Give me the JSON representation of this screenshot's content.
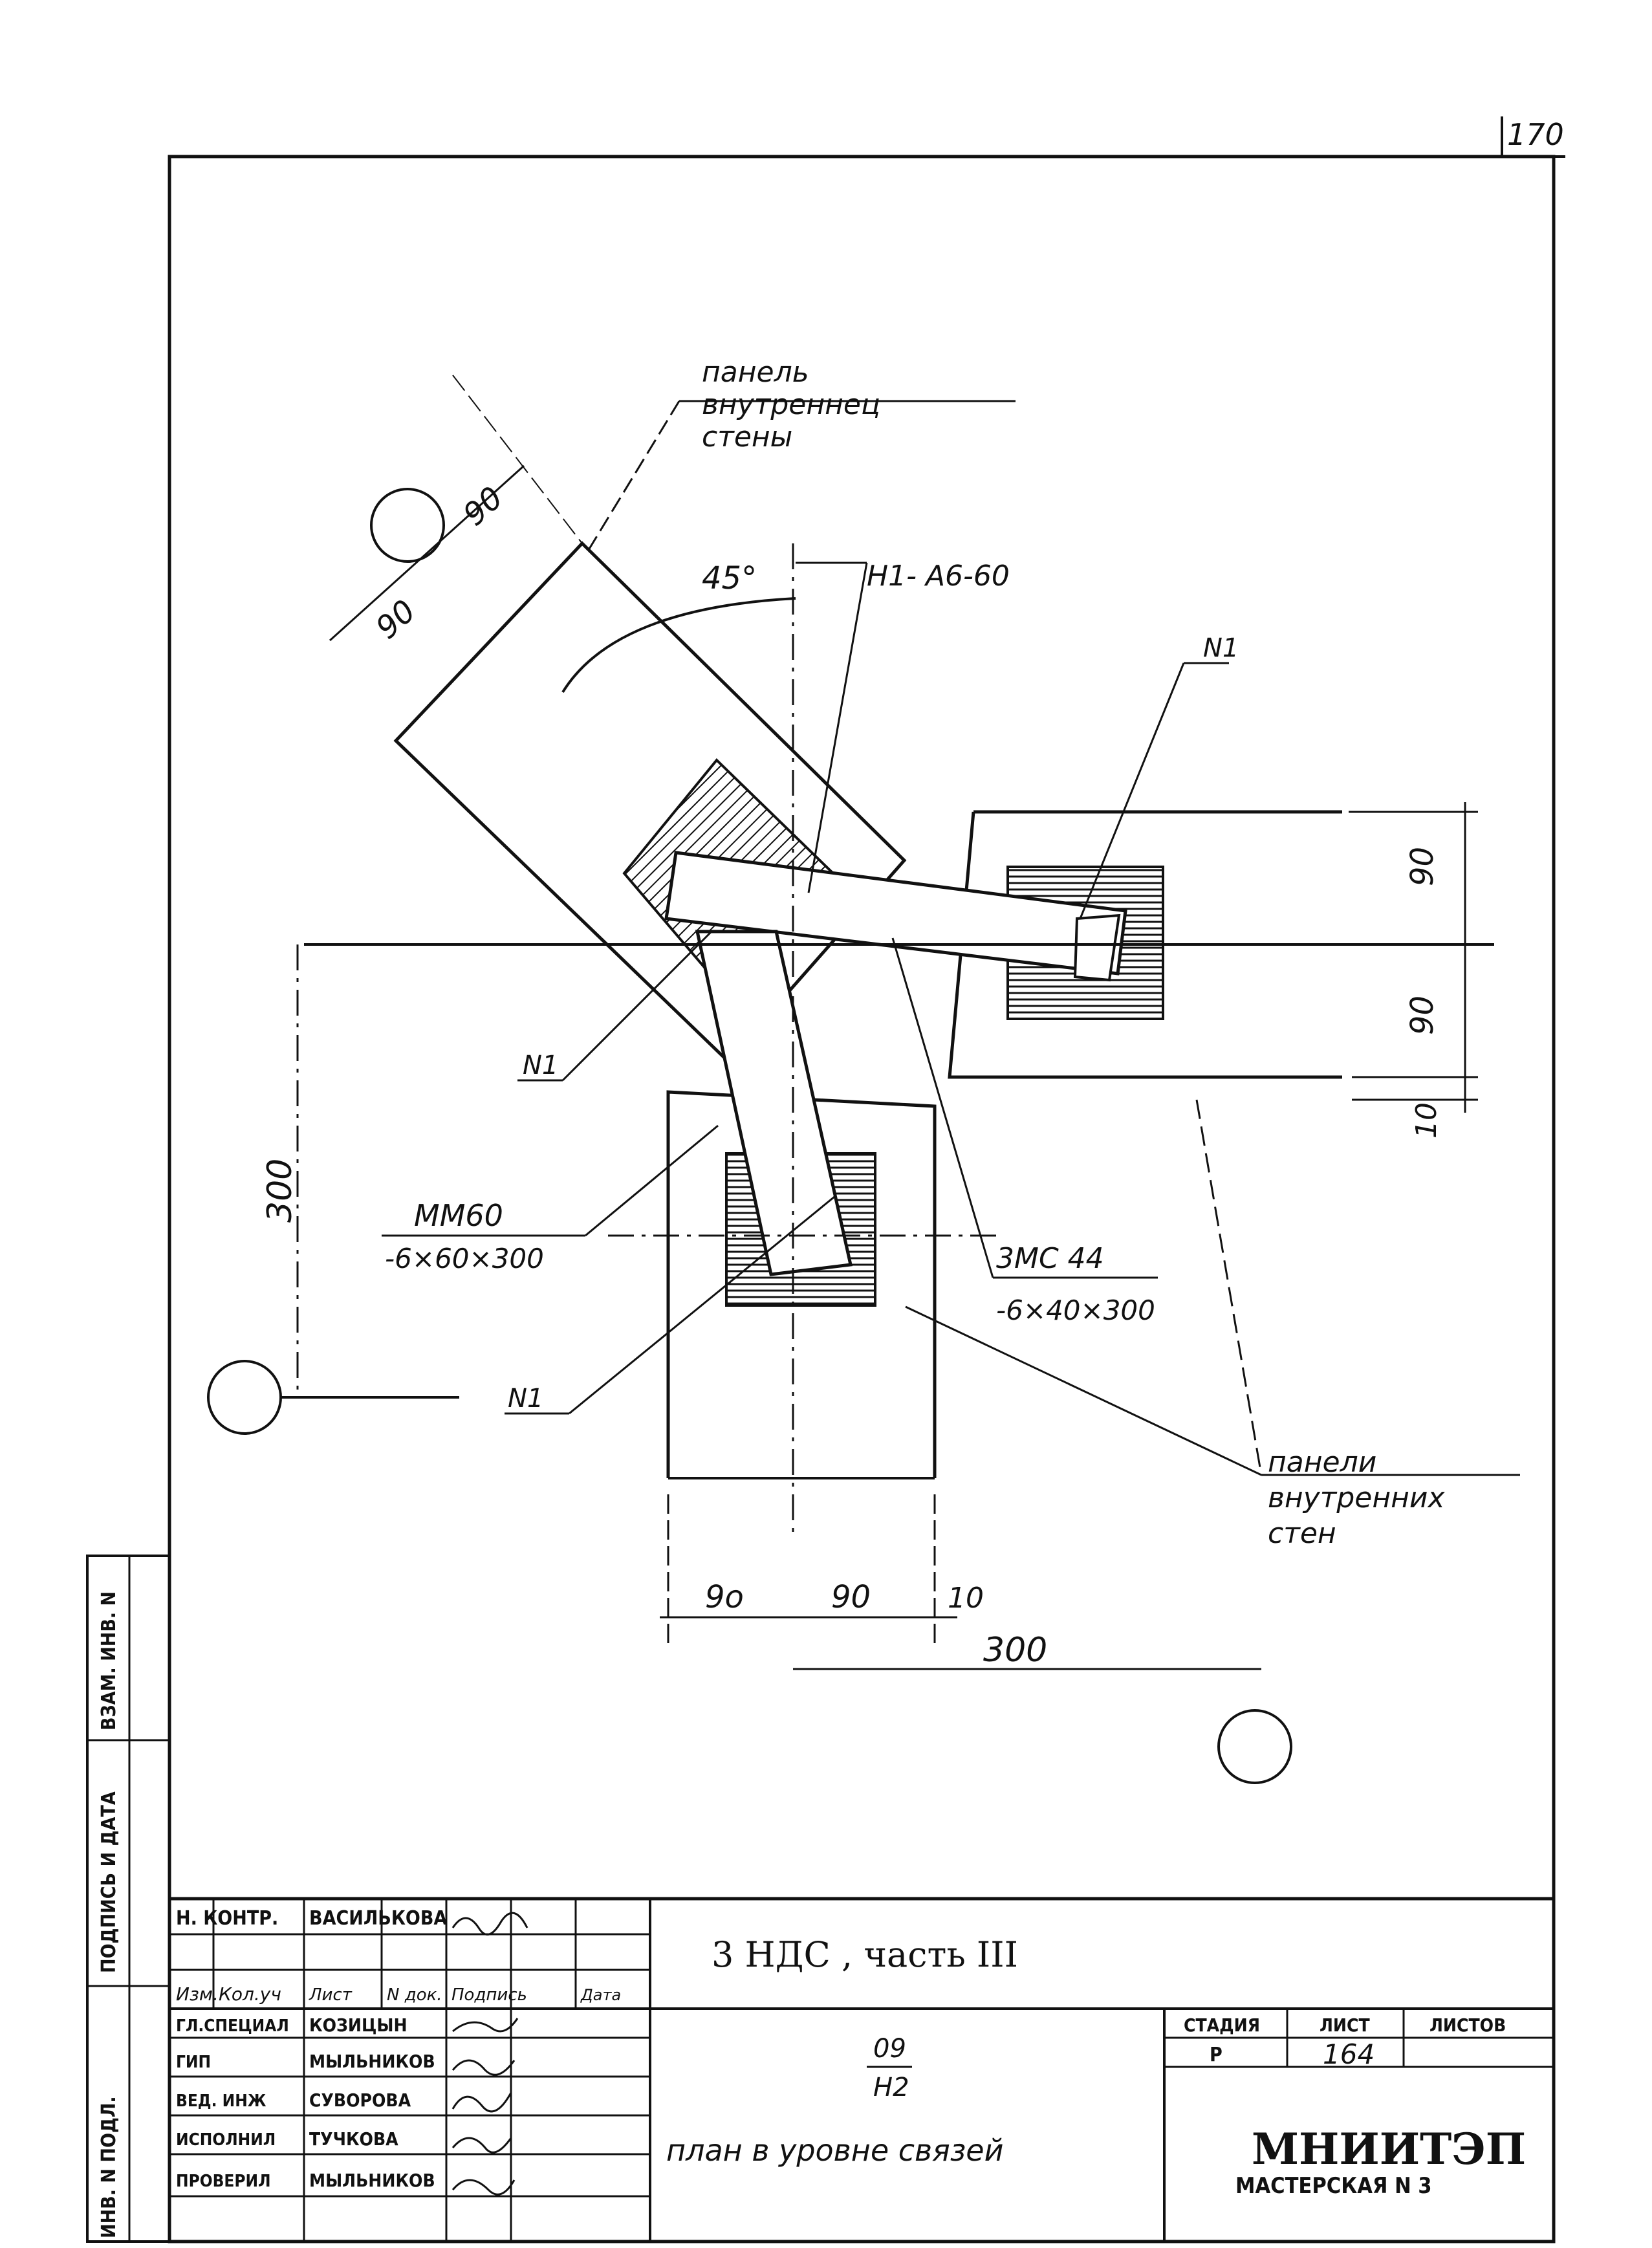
{
  "sheet_corner_number": "170",
  "drawing": {
    "angle": "45°",
    "dim_90": "90",
    "dim_10": "10",
    "dim_300": "300",
    "bottom_dim_90a": "9o",
    "callout_panel_inner": [
      "панель",
      "внутреннец",
      "стены"
    ],
    "callout_panels_inner": [
      "панели",
      "внутренних",
      "стен"
    ],
    "callout_h1": "Н1- А6-60",
    "callout_n1": "N1",
    "callout_mm60": [
      "ММ60",
      "-6×60×300"
    ],
    "callout_3mc44": [
      "3МС 44",
      "-6×40×300"
    ]
  },
  "side_stamp": [
    "ИНВ. N ПОДЛ.",
    "ПОДПИСЬ И ДАТА",
    "ВЗАМ. ИНВ. N"
  ],
  "title_block": {
    "rows": [
      [
        "Н. КОНТР.",
        "ВАСИЛЬКОВА"
      ],
      [
        "ГЛ.СПЕЦИАЛ",
        "КОЗИЦЫН"
      ],
      [
        "ГИП",
        "МЫЛЬНИКОВ"
      ],
      [
        "ВЕД. ИНЖ",
        "СУВОРОВА"
      ],
      [
        "ИСПОЛНИЛ",
        "ТУЧКОВА"
      ],
      [
        "ПРОВЕРИЛ",
        "МЫЛЬНИКОВ"
      ]
    ],
    "header_cells": [
      "Изм.",
      "Кол.уч",
      "Лист",
      "N док.",
      "Подпись",
      "Дата"
    ],
    "project": "3 НДС , часть III",
    "code_top": "09",
    "code_bottom": "Н2",
    "sheet_title": "план в уровне связей",
    "stage_label": "СТАДИЯ",
    "sheet_label": "ЛИСТ",
    "sheets_label": "ЛИСТОВ",
    "stage": "Р",
    "sheet": "164",
    "org": "МНИИТЭП",
    "workshop": "МАСТЕРСКАЯ N 3"
  }
}
